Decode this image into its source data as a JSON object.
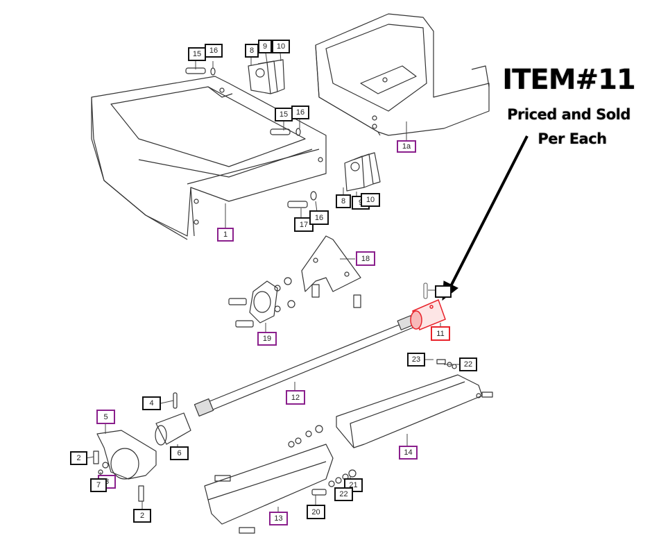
{
  "callout": {
    "title": "ITEM#11",
    "line1": "Priced and Sold",
    "line2": "Per Each"
  },
  "highlight_color": "#e8222a",
  "part_label_color": "#8a1f8c",
  "labels": [
    {
      "id": "15a",
      "text": "15",
      "style": "black"
    },
    {
      "id": "16a",
      "text": "16",
      "style": "black"
    },
    {
      "id": "8a",
      "text": "8",
      "style": "black"
    },
    {
      "id": "9a",
      "text": "9",
      "style": "black"
    },
    {
      "id": "10a",
      "text": "10",
      "style": "black"
    },
    {
      "id": "15b",
      "text": "15",
      "style": "black"
    },
    {
      "id": "16b",
      "text": "16",
      "style": "black"
    },
    {
      "id": "1a",
      "text": "1a",
      "style": "purple"
    },
    {
      "id": "8b",
      "text": "8",
      "style": "black"
    },
    {
      "id": "9b",
      "text": "9",
      "style": "black"
    },
    {
      "id": "10b",
      "text": "10",
      "style": "black"
    },
    {
      "id": "17",
      "text": "17",
      "style": "black"
    },
    {
      "id": "16c",
      "text": "16",
      "style": "black"
    },
    {
      "id": "1",
      "text": "1",
      "style": "purple"
    },
    {
      "id": "18",
      "text": "18",
      "style": "purple"
    },
    {
      "id": "19",
      "text": "19",
      "style": "purple"
    },
    {
      "id": "11",
      "text": "11",
      "style": "red"
    },
    {
      "id": "23",
      "text": "23",
      "style": "black"
    },
    {
      "id": "22a",
      "text": "22",
      "style": "black"
    },
    {
      "id": "4",
      "text": "4",
      "style": "black"
    },
    {
      "id": "12",
      "text": "12",
      "style": "purple"
    },
    {
      "id": "5",
      "text": "5",
      "style": "purple"
    },
    {
      "id": "6",
      "text": "6",
      "style": "black"
    },
    {
      "id": "14",
      "text": "14",
      "style": "purple"
    },
    {
      "id": "2a",
      "text": "2",
      "style": "black"
    },
    {
      "id": "3",
      "text": "3",
      "style": "purple"
    },
    {
      "id": "7",
      "text": "7",
      "style": "black"
    },
    {
      "id": "21",
      "text": "21",
      "style": "black"
    },
    {
      "id": "22b",
      "text": "22",
      "style": "black"
    },
    {
      "id": "20",
      "text": "20",
      "style": "black"
    },
    {
      "id": "13",
      "text": "13",
      "style": "purple"
    },
    {
      "id": "2b",
      "text": "2",
      "style": "black"
    },
    {
      "id": "11pin",
      "text": "",
      "style": "black"
    }
  ]
}
